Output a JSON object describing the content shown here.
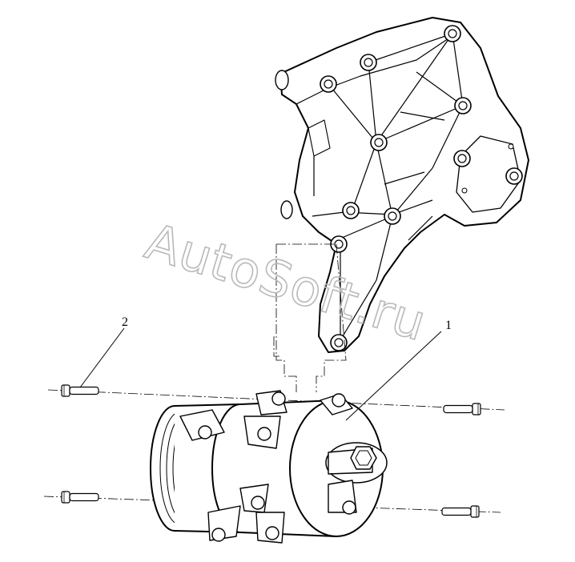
{
  "callouts": [
    {
      "label": "1"
    },
    {
      "label": "2"
    }
  ],
  "watermark": "AutoSoft.ru",
  "colors": {
    "ink": "#000000",
    "watermark": "#b9b9b9",
    "background": "#ffffff"
  }
}
